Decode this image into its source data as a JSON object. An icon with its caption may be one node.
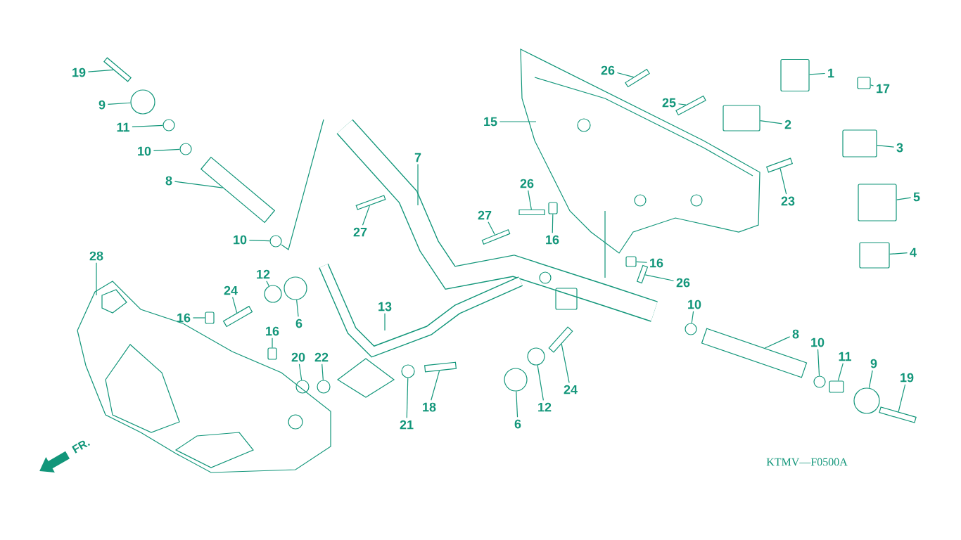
{
  "diagram": {
    "nodes": [
      {
        "text": [
          "26"
        ]
      },
      {
        "text": [
          "19"
        ]
      },
      {
        "text": [
          "1"
        ]
      },
      {
        "text": [
          "17"
        ]
      },
      {
        "text": [
          "25"
        ]
      },
      {
        "text": [
          "9"
        ]
      },
      {
        "text": [
          "15"
        ]
      },
      {
        "text": [
          "2"
        ]
      },
      {
        "text": [
          "11"
        ]
      },
      {
        "text": [
          "3"
        ]
      },
      {
        "text": [
          "10"
        ]
      },
      {
        "text": [
          "7"
        ]
      },
      {
        "text": [
          "8"
        ]
      },
      {
        "text": [
          "26"
        ]
      },
      {
        "text": [
          "5"
        ]
      },
      {
        "text": [
          "23"
        ]
      },
      {
        "text": [
          "27"
        ]
      },
      {
        "text": [
          "27"
        ]
      },
      {
        "text": [
          "16"
        ]
      },
      {
        "text": [
          "10"
        ]
      },
      {
        "text": [
          "4"
        ]
      },
      {
        "text": [
          "28"
        ]
      },
      {
        "text": [
          "16"
        ]
      },
      {
        "text": [
          "12"
        ]
      },
      {
        "text": [
          "26"
        ]
      },
      {
        "text": [
          "24"
        ]
      },
      {
        "text": [
          "10"
        ]
      },
      {
        "text": [
          "13"
        ]
      },
      {
        "text": [
          "16"
        ]
      },
      {
        "text": [
          "6"
        ]
      },
      {
        "text": [
          "16"
        ]
      },
      {
        "text": [
          "8"
        ]
      },
      {
        "text": [
          "10"
        ]
      },
      {
        "text": [
          "11"
        ]
      },
      {
        "text": [
          "20"
        ]
      },
      {
        "text": [
          "22"
        ]
      },
      {
        "text": [
          "9"
        ]
      },
      {
        "text": [
          "19"
        ]
      },
      {
        "text": [
          "24"
        ]
      },
      {
        "text": [
          "18"
        ]
      },
      {
        "text": [
          "12"
        ]
      },
      {
        "text": [
          "21"
        ]
      },
      {
        "text": [
          "6"
        ]
      },
      {
        "text": [],
        "shape": "bar"
      },
      {
        "text": [],
        "shape": "bar"
      },
      {
        "text": [],
        "shape": "box"
      },
      {
        "text": [],
        "shape": "box"
      },
      {
        "text": [],
        "shape": "bar"
      },
      {
        "text": [],
        "shape": "circle"
      },
      {
        "text": [],
        "shape": "box"
      },
      {
        "text": [],
        "shape": "circle"
      },
      {
        "text": [],
        "shape": "box"
      },
      {
        "text": [],
        "shape": "circle"
      },
      {
        "text": [],
        "shape": "bar"
      },
      {
        "text": [],
        "shape": "bar"
      },
      {
        "text": [],
        "shape": "box"
      },
      {
        "text": [],
        "shape": "bar"
      },
      {
        "text": [],
        "shape": "bar"
      },
      {
        "text": [],
        "shape": "bar"
      },
      {
        "text": [],
        "shape": "box"
      },
      {
        "text": [],
        "shape": "circle"
      },
      {
        "text": [],
        "shape": "box"
      },
      {
        "text": [],
        "shape": "box"
      },
      {
        "text": [],
        "shape": "circle"
      },
      {
        "text": [],
        "shape": "bar"
      },
      {
        "text": [],
        "shape": "bar"
      },
      {
        "text": [],
        "shape": "circle"
      },
      {
        "text": [],
        "shape": "box"
      },
      {
        "text": [],
        "shape": "circle"
      },
      {
        "text": [],
        "shape": "box"
      },
      {
        "text": [],
        "shape": "bar"
      },
      {
        "text": [],
        "shape": "circle"
      },
      {
        "text": [],
        "shape": "box"
      },
      {
        "text": [],
        "shape": "circle"
      },
      {
        "text": [],
        "shape": "circle"
      },
      {
        "text": [],
        "shape": "circle"
      },
      {
        "text": [],
        "shape": "bar"
      },
      {
        "text": [],
        "shape": "bar"
      },
      {
        "text": [],
        "shape": "bar"
      },
      {
        "text": [],
        "shape": "circle"
      },
      {
        "text": [],
        "shape": "circle"
      },
      {
        "text": [],
        "shape": "circle"
      }
    ],
    "edges": [
      {
        "from": 0,
        "to": 43,
        "arrow": "none"
      },
      {
        "from": 1,
        "to": 44,
        "arrow": "none"
      },
      {
        "from": 2,
        "to": 45,
        "arrow": "none"
      },
      {
        "from": 3,
        "to": 46,
        "arrow": "none"
      },
      {
        "from": 4,
        "to": 47,
        "arrow": "none"
      },
      {
        "from": 5,
        "to": 48,
        "arrow": "none"
      },
      {
        "from": 6,
        "to": null,
        "arrow": "none"
      },
      {
        "from": 7,
        "to": 49,
        "arrow": "none"
      },
      {
        "from": 8,
        "to": 50,
        "arrow": "none"
      },
      {
        "from": 9,
        "to": 51,
        "arrow": "none"
      },
      {
        "from": 10,
        "to": 52,
        "arrow": "none"
      },
      {
        "from": 11,
        "to": null,
        "arrow": "none"
      },
      {
        "from": 12,
        "to": 53,
        "arrow": "none"
      },
      {
        "from": 13,
        "to": 54,
        "arrow": "none"
      },
      {
        "from": 14,
        "to": 55,
        "arrow": "none"
      },
      {
        "from": 15,
        "to": 56,
        "arrow": "none"
      },
      {
        "from": 16,
        "to": 57,
        "arrow": "none"
      },
      {
        "from": 17,
        "to": 58,
        "arrow": "none"
      },
      {
        "from": 18,
        "to": 59,
        "arrow": "none"
      },
      {
        "from": 19,
        "to": 60,
        "arrow": "none"
      },
      {
        "from": 20,
        "to": 61,
        "arrow": "none"
      },
      {
        "from": 21,
        "to": null,
        "arrow": "none"
      },
      {
        "from": 22,
        "to": 62,
        "arrow": "none"
      },
      {
        "from": 23,
        "to": 63,
        "arrow": "none"
      },
      {
        "from": 24,
        "to": 64,
        "arrow": "none"
      },
      {
        "from": 25,
        "to": 65,
        "arrow": "none"
      },
      {
        "from": 26,
        "to": 66,
        "arrow": "none"
      },
      {
        "from": 27,
        "to": null,
        "arrow": "none"
      },
      {
        "from": 28,
        "to": 67,
        "arrow": "none"
      },
      {
        "from": 29,
        "to": 68,
        "arrow": "none"
      },
      {
        "from": 30,
        "to": 69,
        "arrow": "none"
      },
      {
        "from": 31,
        "to": 70,
        "arrow": "none"
      },
      {
        "from": 32,
        "to": 71,
        "arrow": "none"
      },
      {
        "from": 33,
        "to": 72,
        "arrow": "none"
      },
      {
        "from": 34,
        "to": 73,
        "arrow": "none"
      },
      {
        "from": 35,
        "to": 74,
        "arrow": "none"
      },
      {
        "from": 36,
        "to": 75,
        "arrow": "none"
      },
      {
        "from": 37,
        "to": 76,
        "arrow": "none"
      },
      {
        "from": 38,
        "to": 77,
        "arrow": "none"
      },
      {
        "from": 39,
        "to": 78,
        "arrow": "none"
      },
      {
        "from": 40,
        "to": 79,
        "arrow": "none"
      },
      {
        "from": 41,
        "to": 80,
        "arrow": "none"
      },
      {
        "from": 42,
        "to": 81,
        "arrow": "none"
      }
    ],
    "labels": [
      "FR.",
      "KTMV—F0500A"
    ]
  }
}
